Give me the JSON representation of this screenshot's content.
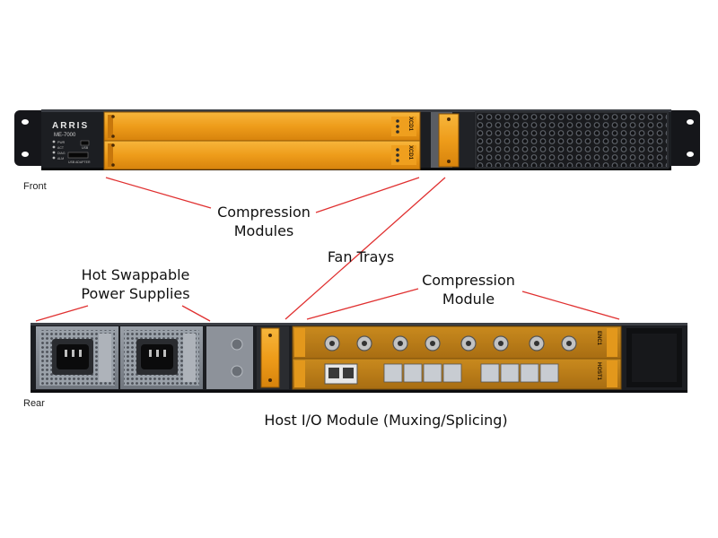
{
  "chassis": {
    "brand": "ARRIS",
    "model": "ME-7000",
    "front_leds": [
      "PWR",
      "ACT",
      "DIAG",
      "ALM"
    ],
    "usb_label": "USB",
    "usb_adapter_label": "USB ADAPTER",
    "module_tag": "XCD1",
    "rear_module_tags": [
      "ENC1",
      "HOST1"
    ]
  },
  "labels": {
    "front": "Front",
    "rear": "Rear",
    "compression_modules_line1": "Compression",
    "compression_modules_line2": "Modules",
    "fan_trays": "Fan Trays",
    "power_line1": "Hot Swappable",
    "power_line2": "Power Supplies",
    "compression_module_line1": "Compression",
    "compression_module_line2": "Module",
    "host_io": "Host I/O Module (Muxing/Splicing)"
  },
  "colors": {
    "orange": "#f0a020",
    "callout_line": "#e03030",
    "chassis": "#1c1e22"
  }
}
